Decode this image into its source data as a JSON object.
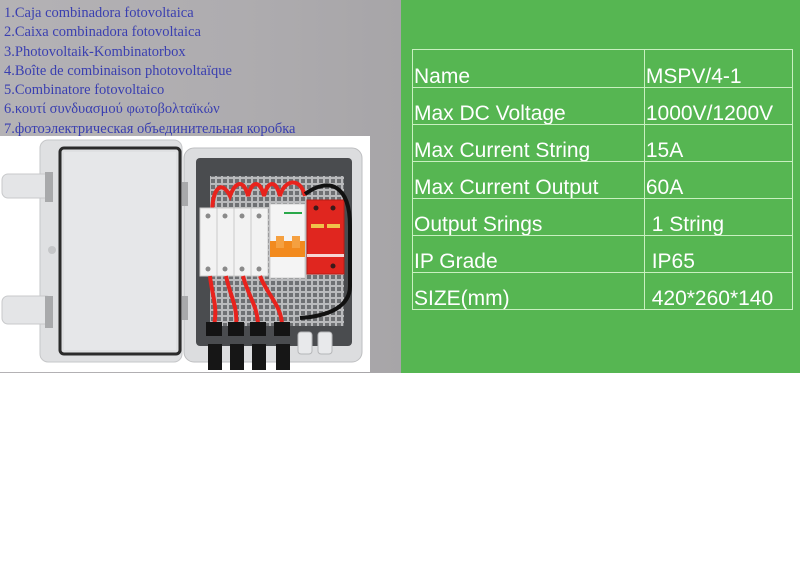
{
  "names": {
    "items": [
      "1.Caja combinadora fotovoltaica",
      "2.Caixa combinadora fotovoltaica",
      "3.Photovoltaik-Kombinatorbox",
      "4.Boîte de combinaison photovoltaïque",
      "5.Combinatore fotovoltaico",
      "6.κουτί συνδυασμού φωτοβολταϊκών",
      "7.фотоэлектрическая объединительная коробка"
    ],
    "text_color": "#3a3fb0"
  },
  "photo": {
    "subject": "PV combiner box, open enclosure with 4 fuse holders, DC breaker, surge protector and 4 MC4 connector pairs"
  },
  "specs": {
    "background": "#56b652",
    "rows": [
      {
        "label": "Name",
        "value": "MSPV/4-1"
      },
      {
        "label": "Max DC Voltage",
        "value": "1000V/1200V"
      },
      {
        "label": "Max Current String",
        "value": "15A"
      },
      {
        "label": "Max Current Output",
        "value": "60A"
      },
      {
        "label": "Output Srings",
        "value": " 1 String"
      },
      {
        "label": "IP Grade",
        "value": " IP65"
      },
      {
        "label": "SIZE(mm)",
        "value": " 420*260*140"
      }
    ]
  }
}
